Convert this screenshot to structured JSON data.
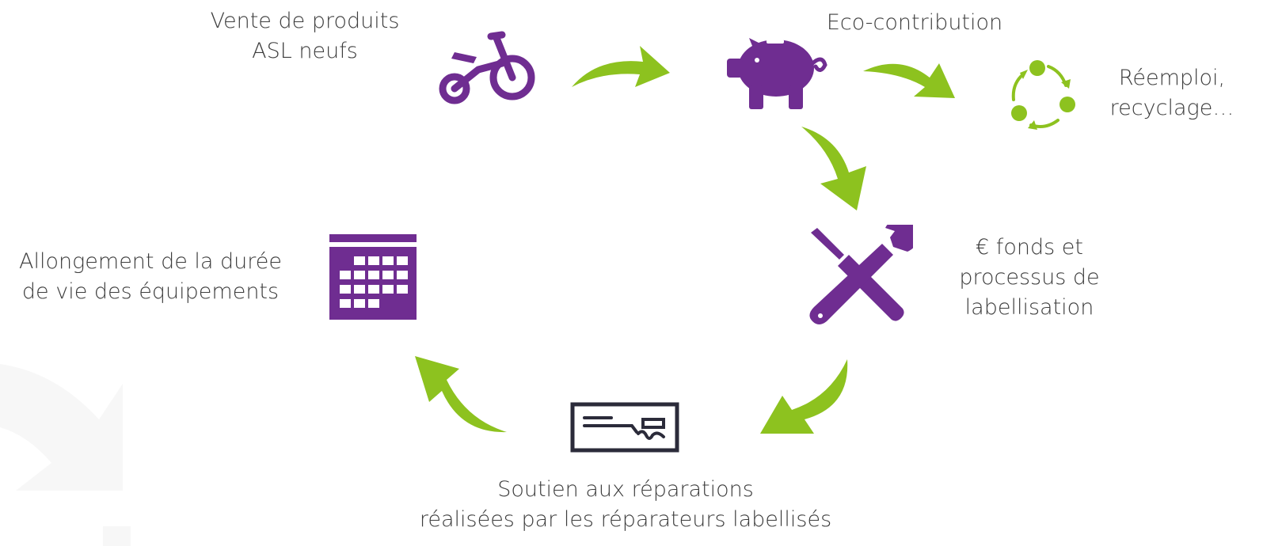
{
  "colors": {
    "purple": "#6f2d91",
    "green": "#8dc21f",
    "dark": "#2b2b3a",
    "text": "#3d3d3d"
  },
  "labels": {
    "vente": [
      "Vente de produits",
      "ASL neufs"
    ],
    "eco": [
      "Eco-contribution"
    ],
    "reemploi": [
      "Réemploi,",
      "recyclage…"
    ],
    "fonds": [
      "€ fonds et",
      "processus de",
      "labellisation"
    ],
    "allongement": [
      "Allongement de la durée",
      "de vie des équipements"
    ],
    "soutien": [
      "Soutien aux réparations",
      "réalisées par les réparateurs labellisés"
    ]
  },
  "icons": [
    "tricycle-icon",
    "piggy-bank-icon",
    "cycle-arrows-icon",
    "tools-icon",
    "calendar-icon",
    "cheque-icon"
  ]
}
